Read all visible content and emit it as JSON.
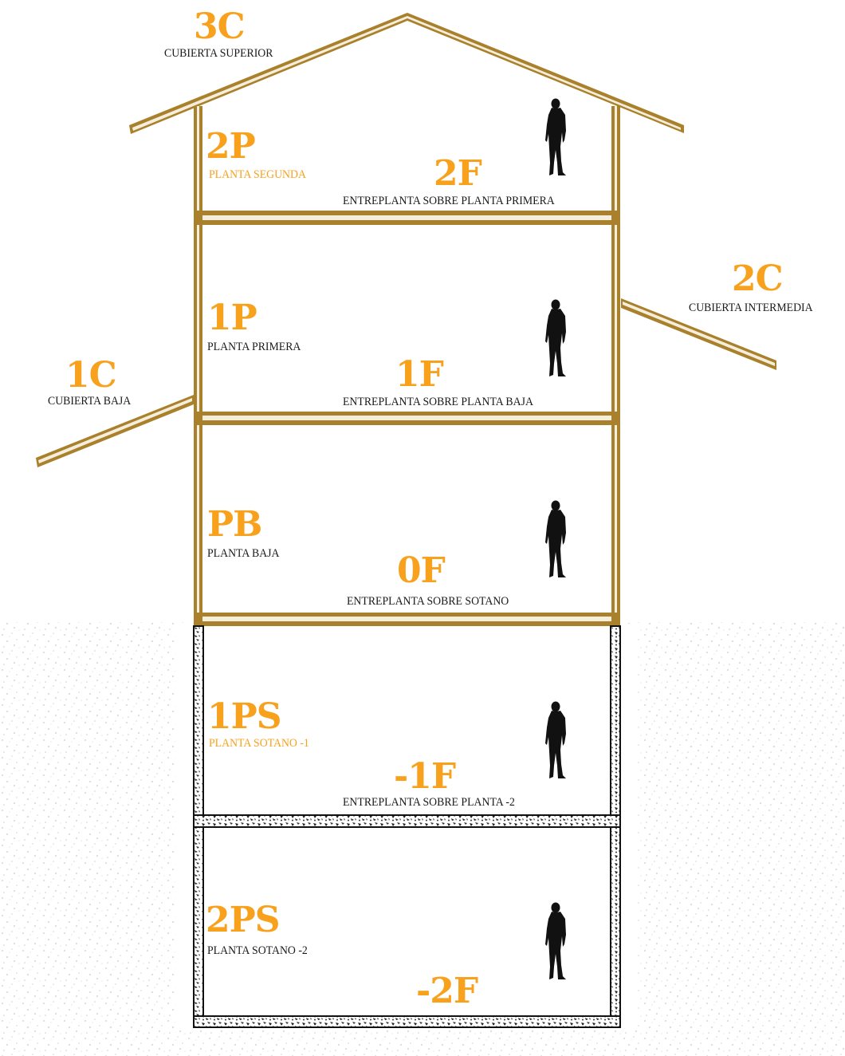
{
  "colors": {
    "wood": "#a9802b",
    "wood_dark": "#6e4e14",
    "label_orange": "#f7a11d",
    "text_dark": "#1a1a1a",
    "ground_dots": "#c9c9c9",
    "figure": "#111111"
  },
  "icons": [
    "person-silhouette-icon"
  ],
  "labels": {
    "roof_top_code": "3C",
    "roof_top_name": "CUBIERTA SUPERIOR",
    "roof_mid_code": "2C",
    "roof_mid_name": "CUBIERTA INTERMEDIA",
    "roof_low_code": "1C",
    "roof_low_name": "CUBIERTA BAJA",
    "floor_2p_code": "2P",
    "floor_2p_name": "PLANTA SEGUNDA",
    "slab_2f_code": "2F",
    "slab_2f_name": "ENTREPLANTA SOBRE PLANTA PRIMERA",
    "floor_1p_code": "1P",
    "floor_1p_name": "PLANTA PRIMERA",
    "slab_1f_code": "1F",
    "slab_1f_name": "ENTREPLANTA SOBRE PLANTA BAJA",
    "floor_pb_code": "PB",
    "floor_pb_name": "PLANTA BAJA",
    "slab_0f_code": "0F",
    "slab_0f_name": "ENTREPLANTA SOBRE SOTANO",
    "floor_1ps_code": "1PS",
    "floor_1ps_name": "PLANTA SOTANO -1",
    "slab_m1f_code": "-1F",
    "slab_m1f_name": "ENTREPLANTA SOBRE PLANTA -2",
    "floor_2ps_code": "2PS",
    "floor_2ps_name": "PLANTA SOTANO -2",
    "slab_m2f_code": "-2F"
  }
}
